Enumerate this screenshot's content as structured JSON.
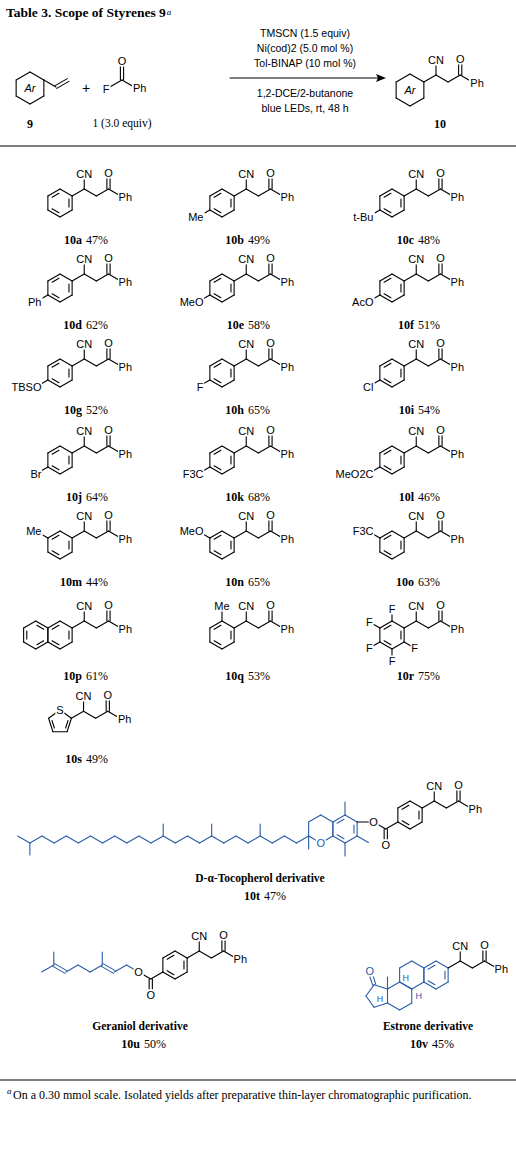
{
  "diagram": {
    "title": "Table 3. Scope of Styrenes 9",
    "caption": "On a 0.30 mmol scale. Isolated yields after preparative thin-layer chromatographic purification.",
    "labels": [
      "a",
      "Ar",
      "9",
      "+",
      "O",
      "F",
      "Ph",
      "1 (3.0 equiv)",
      "TMSCN (1.5 equiv)",
      "Ni(cod)2 (5.0 mol %)",
      "Tol-BINAP (10 mol %)",
      "1,2-DCE/2-butanone",
      "blue LEDs, rt, 48 h",
      "CN",
      "O",
      "Ph",
      "Ar",
      "10",
      "CN",
      "O",
      "Ph",
      "10a",
      "47%",
      "Me",
      "CN",
      "O",
      "Ph",
      "10b",
      "49%",
      "t-Bu",
      "CN",
      "O",
      "Ph",
      "10c",
      "48%",
      "Ph",
      "CN",
      "O",
      "Ph",
      "10d",
      "62%",
      "MeO",
      "CN",
      "O",
      "Ph",
      "10e",
      "58%",
      "AcO",
      "CN",
      "O",
      "Ph",
      "10f",
      "51%",
      "TBSO",
      "CN",
      "O",
      "Ph",
      "10g",
      "52%",
      "F",
      "CN",
      "O",
      "Ph",
      "10h",
      "65%",
      "Cl",
      "CN",
      "O",
      "Ph",
      "10i",
      "54%",
      "Br",
      "CN",
      "O",
      "Ph",
      "10j",
      "64%",
      "F3C",
      "CN",
      "O",
      "Ph",
      "10k",
      "68%",
      "MeO2C",
      "CN",
      "O",
      "Ph",
      "10l",
      "46%",
      "Me",
      "CN",
      "O",
      "Ph",
      "10m",
      "44%",
      "MeO",
      "CN",
      "O",
      "Ph",
      "10n",
      "65%",
      "F3C",
      "CN",
      "O",
      "Ph",
      "10o",
      "63%",
      "CN",
      "O",
      "Ph",
      "10p",
      "61%",
      "Me",
      "CN",
      "O",
      "Ph",
      "10q",
      "53%",
      "F",
      "F",
      "F",
      "F",
      "F",
      "CN",
      "O",
      "Ph",
      "10r",
      "75%",
      "S",
      "CN",
      "O",
      "Ph",
      "10s",
      "49%",
      "CN",
      "O",
      "Ph",
      "O",
      "O",
      "O",
      "D-α-Tocopherol derivative",
      "10t",
      "47%",
      "CN",
      "O",
      "Ph",
      "O",
      "O",
      "Geraniol derivative",
      "10u",
      "50%",
      "CN",
      "O",
      "Ph",
      "H",
      "H",
      "H",
      "O",
      "Estrone derivative",
      "10v",
      "45%",
      "a"
    ]
  }
}
